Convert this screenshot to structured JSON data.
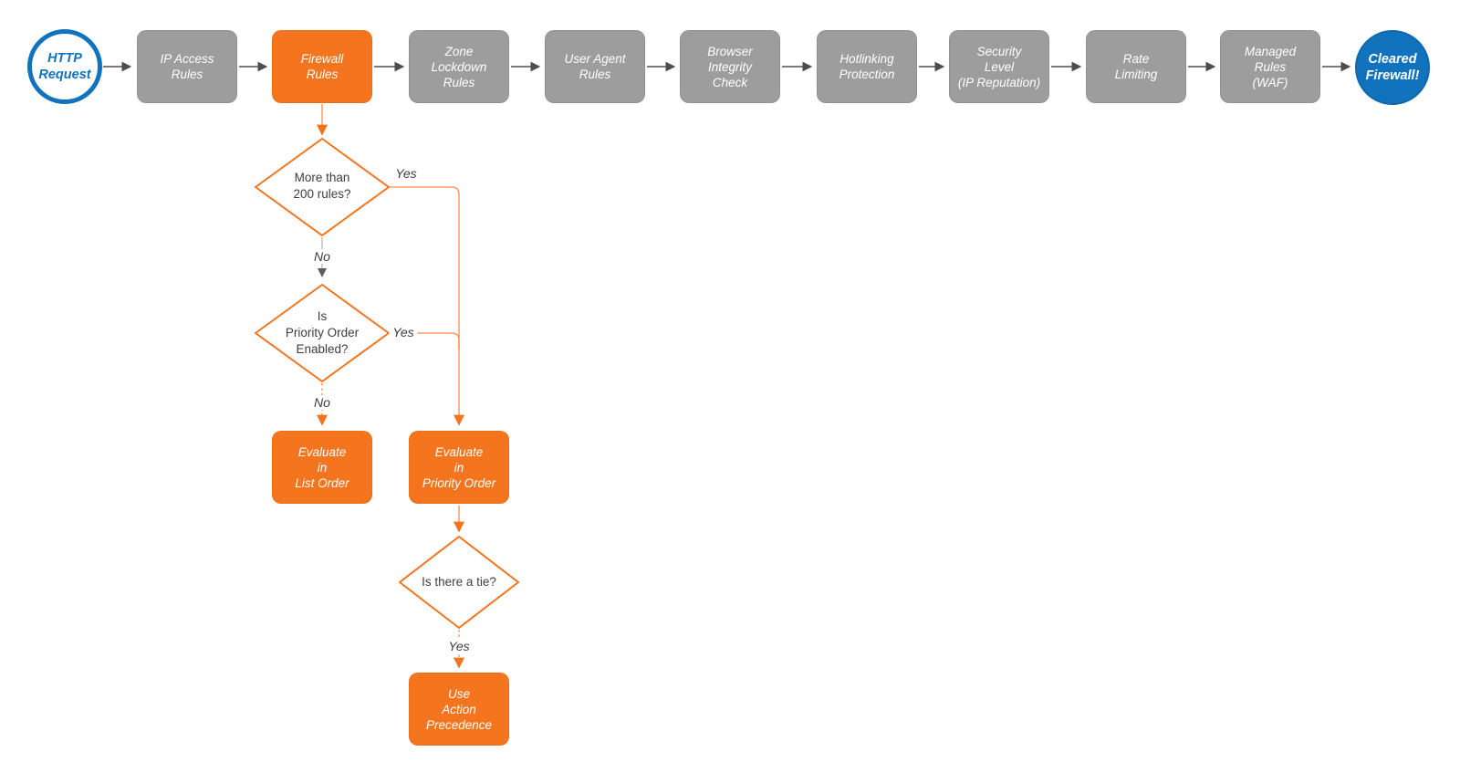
{
  "colors": {
    "accent_orange": "#f5751f",
    "diamond_stroke": "#f5731a",
    "accent_blue": "#1173bd",
    "stage_gray": "#9d9d9d",
    "arrow_dark": "#4d4d4d",
    "text_dark": "#3d3d3d",
    "node_text": "#ffffff"
  },
  "flow": {
    "start": {
      "label": "HTTP\nRequest"
    },
    "stages": [
      {
        "label": "IP Access\nRules",
        "style": "gray"
      },
      {
        "label": "Firewall\nRules",
        "style": "orange"
      },
      {
        "label": "Zone\nLockdown\nRules",
        "style": "gray"
      },
      {
        "label": "User Agent\nRules",
        "style": "gray"
      },
      {
        "label": "Browser\nIntegrity\nCheck",
        "style": "gray"
      },
      {
        "label": "Hotlinking\nProtection",
        "style": "gray"
      },
      {
        "label": "Security\nLevel\n(IP Reputation)",
        "style": "gray"
      },
      {
        "label": "Rate\nLimiting",
        "style": "gray"
      },
      {
        "label": "Managed\nRules\n(WAF)",
        "style": "gray"
      }
    ],
    "end": {
      "label": "Cleared\nFirewall!"
    }
  },
  "subflow": {
    "decision_rule_count": {
      "label": "More than\n200 rules?",
      "yes_label": "Yes",
      "no_label": "No"
    },
    "decision_priority_order": {
      "label": "Is\nPriority Order\nEnabled?",
      "yes_label": "Yes",
      "no_label": "No"
    },
    "evaluate_list_order": {
      "label": "Evaluate\nin\nList Order"
    },
    "evaluate_priority_order": {
      "label": "Evaluate\nin\nPriority Order"
    },
    "decision_tie": {
      "label": "Is there a tie?",
      "yes_label": "Yes"
    },
    "use_action_precedence": {
      "label": "Use\nAction\nPrecedence"
    }
  }
}
